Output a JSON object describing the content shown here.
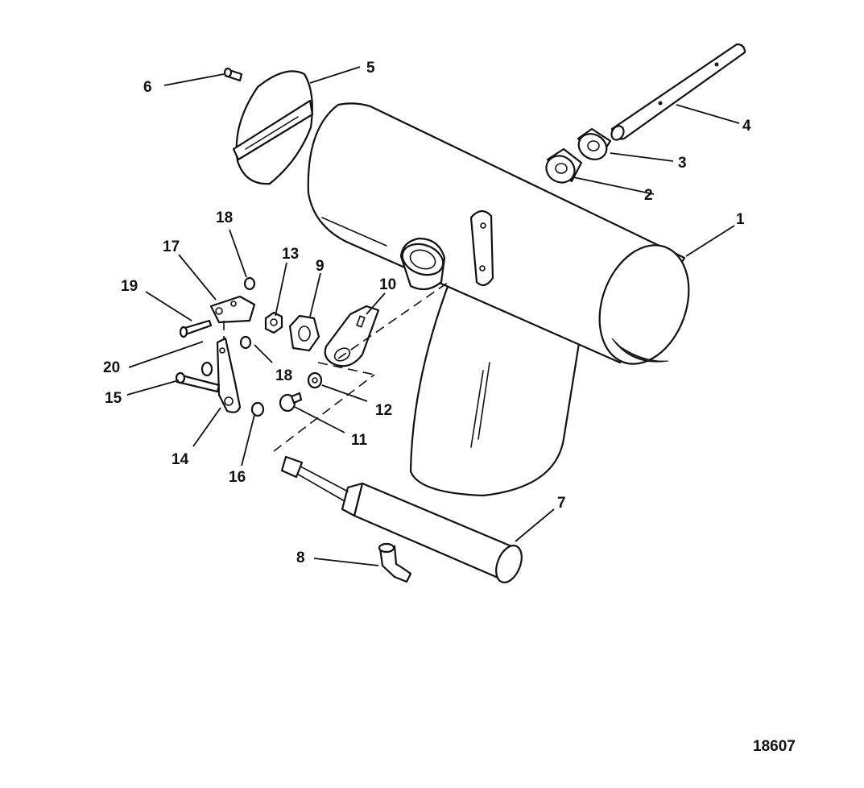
{
  "figure": {
    "id": "18607"
  },
  "callouts": [
    {
      "key": "c1",
      "label": "1"
    },
    {
      "key": "c2",
      "label": "2"
    },
    {
      "key": "c3",
      "label": "3"
    },
    {
      "key": "c4",
      "label": "4"
    },
    {
      "key": "c5",
      "label": "5"
    },
    {
      "key": "c6",
      "label": "6"
    },
    {
      "key": "c7",
      "label": "7"
    },
    {
      "key": "c8",
      "label": "8"
    },
    {
      "key": "c9",
      "label": "9"
    },
    {
      "key": "c10",
      "label": "10"
    },
    {
      "key": "c11",
      "label": "11"
    },
    {
      "key": "c12",
      "label": "12"
    },
    {
      "key": "c13",
      "label": "13"
    },
    {
      "key": "c14",
      "label": "14"
    },
    {
      "key": "c15",
      "label": "15"
    },
    {
      "key": "c16",
      "label": "16"
    },
    {
      "key": "c17",
      "label": "17"
    },
    {
      "key": "c18a",
      "label": "18"
    },
    {
      "key": "c18b",
      "label": "18"
    },
    {
      "key": "c19",
      "label": "19"
    },
    {
      "key": "c20",
      "label": "20"
    }
  ]
}
